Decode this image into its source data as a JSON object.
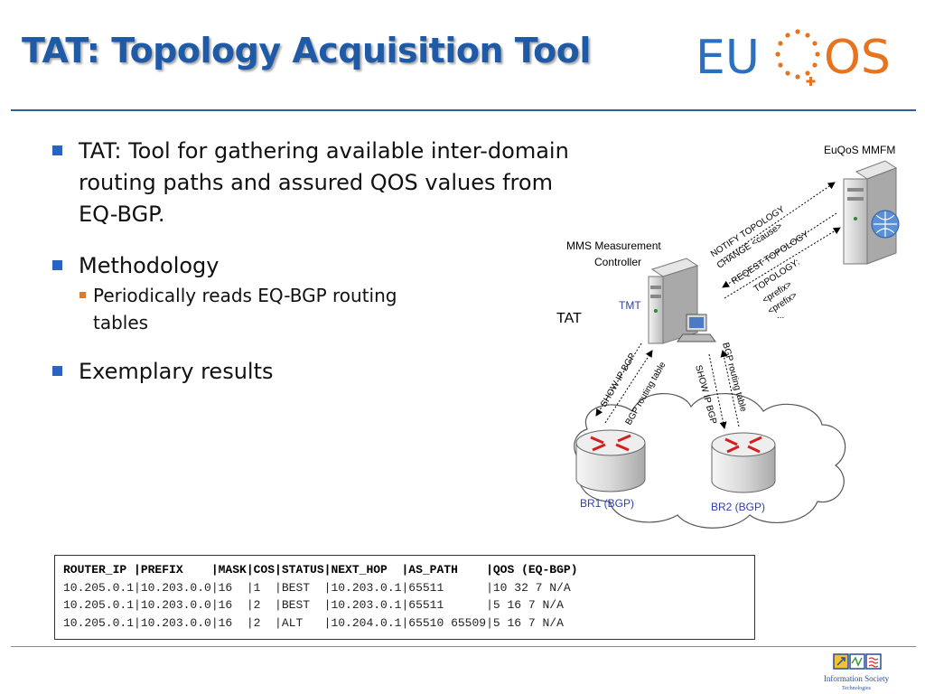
{
  "slide": {
    "title": "TAT: Topology Acquisition Tool"
  },
  "logo": {
    "eu_text": "EU",
    "os_text": "OS",
    "colors": {
      "blue": "#2a6fc0",
      "orange": "#e8731e"
    }
  },
  "bullets": [
    {
      "text": "TAT: Tool for gathering available inter-domain routing paths and assured QOS values from EQ-BGP."
    },
    {
      "text": "Methodology",
      "sub": [
        "Periodically reads EQ-BGP routing tables"
      ]
    },
    {
      "text": "Exemplary results"
    }
  ],
  "diagram": {
    "mmfm_label": "EuQoS MMFM",
    "mms_label_1": "MMS Measurement",
    "mms_label_2": "Controller",
    "tmt_label": "TMT",
    "tat_label": "TAT",
    "br1_label": "BR1 (BGP)",
    "br2_label": "BR2 (BGP)",
    "arrow_notify_1": "NOTIFY TOPOLOGY",
    "arrow_notify_2": "CHANGE <cause>",
    "arrow_request": "REQEST TOPOLOGY",
    "arrow_topology_1": "TOPOLOGY:",
    "arrow_topology_2": "<prefix>",
    "arrow_topology_3": "<prefix>",
    "arrow_topology_4": "...",
    "br1_show": "SHOW IP BGP",
    "br1_table": "BGP routing table",
    "br2_show": "SHOW IP BGP",
    "br2_table": "BGP routing table",
    "colors": {
      "router_red": "#d41f1f",
      "label_blue": "#2f3fa3"
    }
  },
  "routing_table": {
    "header": "ROUTER_IP |PREFIX    |MASK|COS|STATUS|NEXT_HOP  |AS_PATH    |QOS (EQ-BGP)",
    "rows": [
      "10.205.0.1|10.203.0.0|16  |1  |BEST  |10.203.0.1|65511      |10 32 7 N/A",
      "10.205.0.1|10.203.0.0|16  |2  |BEST  |10.203.0.1|65511      |5 16 7 N/A",
      "10.205.0.1|10.203.0.0|16  |2  |ALT   |10.204.0.1|65510 65509|5 16 7 N/A"
    ]
  },
  "footer_logo": {
    "line1": "Information Society",
    "line2": "Technologies"
  }
}
